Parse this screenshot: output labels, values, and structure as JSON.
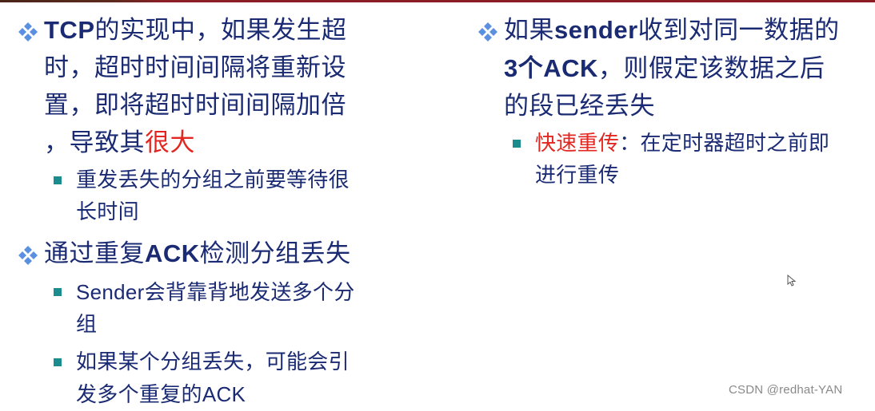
{
  "slide": {
    "left_column": {
      "points": [
        {
          "lines": [
            "TCP的实现中，如果发生超",
            "时，超时时间间隔将重新设",
            "置，即将超时时间间隔加倍",
            "，导致其"
          ],
          "line1_latin": "TCP",
          "line1_rest": "的实现中，如果发生超",
          "emphasis": "很大",
          "sub_points": [
            {
              "lines": [
                "重发丢失的分组之前要等待很",
                "长时间"
              ]
            }
          ]
        },
        {
          "lines": [
            "通过重复",
            "检测分组丢失"
          ],
          "latin": "ACK",
          "sub_points": [
            {
              "latin": "Sender",
              "lines": [
                "会背靠背地发送多个分",
                "组"
              ]
            },
            {
              "lines": [
                "如果某个分组丢失，可能会引",
                "发多个重复的"
              ],
              "latin_end": "ACK"
            }
          ]
        }
      ]
    },
    "right_column": {
      "points": [
        {
          "line1_pre": "如果",
          "line1_latin": "sender",
          "line1_post": "收到对同一数据的",
          "line2_latin": "3个ACK",
          "line2_post": "，则假定该数据之后",
          "line3": "的段已经丢失",
          "sub_points": [
            {
              "emphasis": "快速重传",
              "rest": "：在定时器超时之前即",
              "line2": "进行重传"
            }
          ]
        }
      ]
    }
  },
  "watermark": "CSDN @redhat-YAN",
  "colors": {
    "text": "#1b2b73",
    "emphasis": "#e3261f",
    "level1_bullet": "#5b8fe0",
    "level2_bullet": "#1a8c8e",
    "top_rule": "#8c1c24"
  }
}
